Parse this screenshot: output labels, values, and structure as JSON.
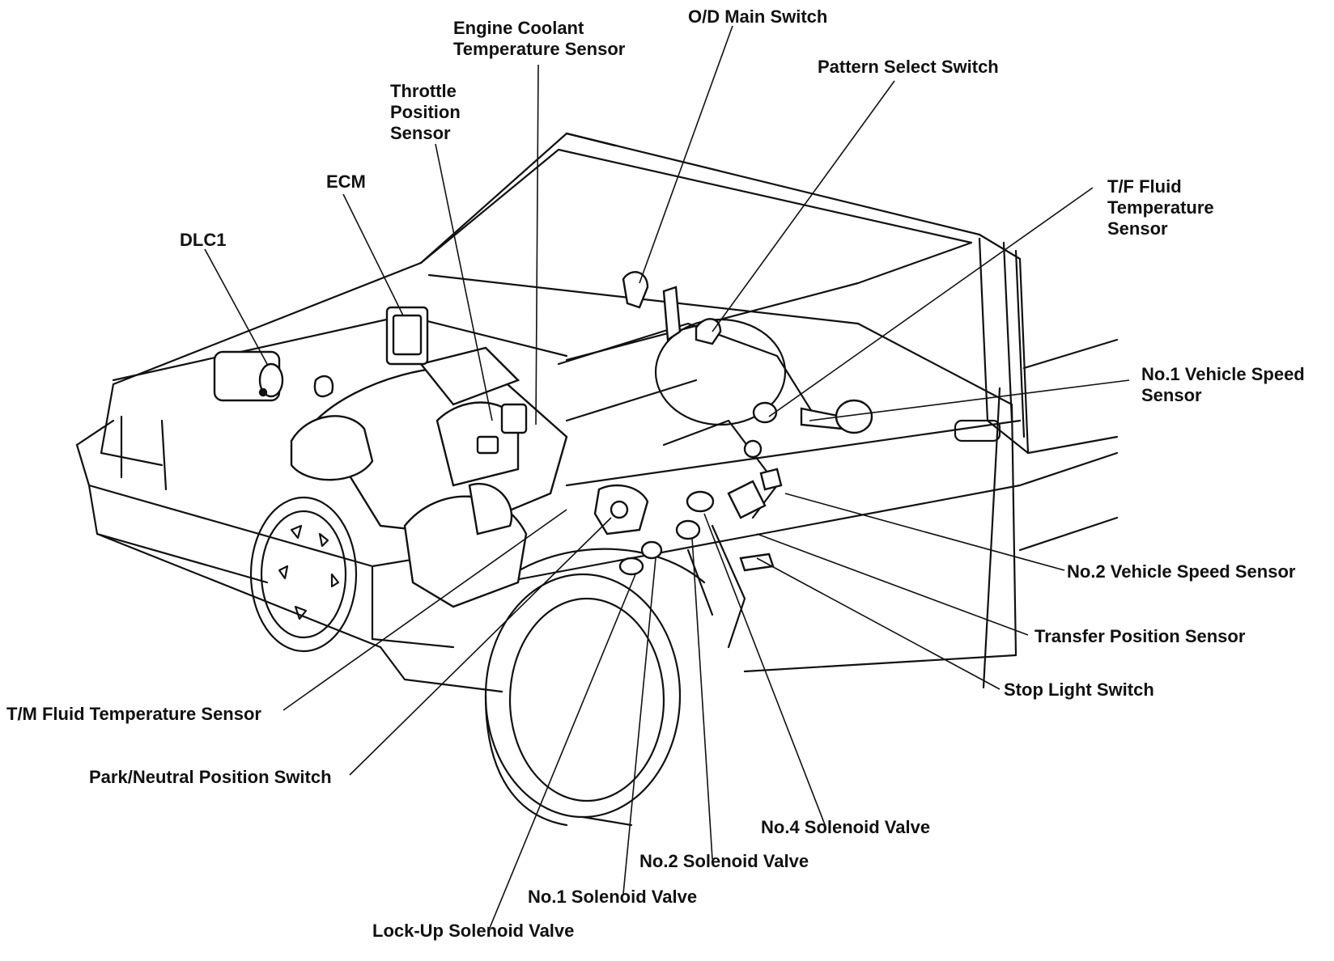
{
  "labels": {
    "engine_coolant": [
      "Engine Coolant",
      "Temperature Sensor"
    ],
    "od_main_switch": [
      "O/D Main Switch"
    ],
    "pattern_select": [
      "Pattern Select Switch"
    ],
    "throttle_position": [
      "Throttle",
      "Position",
      "Sensor"
    ],
    "ecm": [
      "ECM"
    ],
    "dlc1": [
      "DLC1"
    ],
    "tf_fluid": [
      "T/F Fluid",
      "Temperature",
      "Sensor"
    ],
    "vss1": [
      "No.1 Vehicle Speed",
      "Sensor"
    ],
    "vss2": [
      "No.2 Vehicle Speed Sensor"
    ],
    "transfer_position": [
      "Transfer Position Sensor"
    ],
    "stop_light": [
      "Stop Light Switch"
    ],
    "tm_fluid": [
      "T/M Fluid Temperature Sensor"
    ],
    "park_neutral": [
      "Park/Neutral Position Switch"
    ],
    "sol4": [
      "No.4 Solenoid Valve"
    ],
    "sol2": [
      "No.2 Solenoid Valve"
    ],
    "sol1": [
      "No.1 Solenoid Valve"
    ],
    "lockup": [
      "Lock-Up Solenoid Valve"
    ]
  }
}
